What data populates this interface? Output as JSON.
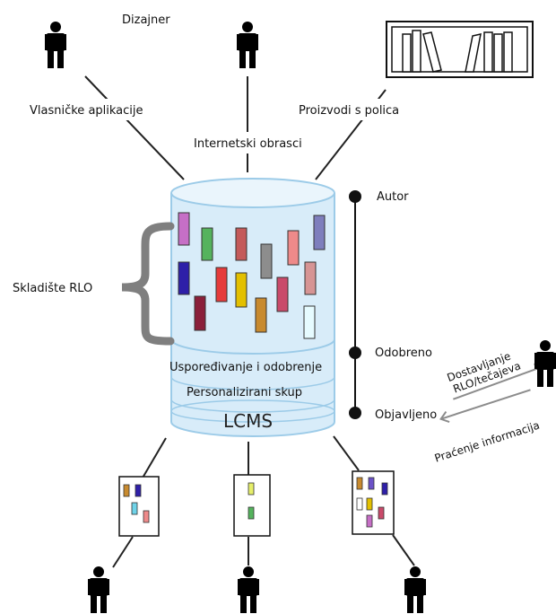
{
  "labels": {
    "designer": "Dizajner",
    "proprietary_apps": "Vlasničke aplikacije",
    "internet_forms": "Internetski obrasci",
    "shelf_products": "Proizvodi s polica",
    "rlo_storage": "Skladište RLO",
    "compare_approve": "Uspoređivanje i odobrenje",
    "personalized_set": "Personalizirani skup",
    "lcms": "LCMS",
    "author": "Autor",
    "approved": "Odobreno",
    "published": "Objavljeno",
    "delivery_line1": "Dostavljanje",
    "delivery_line2": "RLO/tečajeva",
    "tracking": "Praćenje informacija"
  },
  "colors": {
    "cylinder_fill": "#d8ecf9",
    "cylinder_stroke": "#9ccbe8",
    "brace": "#7f7f7f",
    "arrow": "#8c8c8c",
    "block_colors": [
      "#c66fc6",
      "#55b35d",
      "#c45a5a",
      "#7e7ebd",
      "#2e1fa8",
      "#e53b3b",
      "#8d8d8d",
      "#ee8a8a",
      "#e3c000",
      "#c94a6a",
      "#d69494",
      "#8a1f3a",
      "#c88a2e",
      "#e6fbff"
    ]
  },
  "icons": [
    "person-icon",
    "bookshelf-icon"
  ]
}
